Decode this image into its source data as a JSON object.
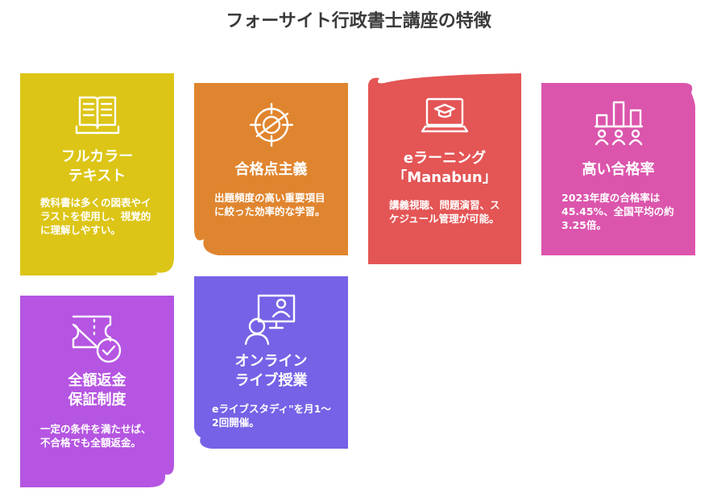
{
  "title": "フォーサイト行政書士講座の特徴",
  "cards": [
    {
      "title": "フルカラー\nテキスト",
      "desc": "教科書は多くの図表やイラストを使用し、視覚的に理解しやすい。",
      "icon": "book-icon",
      "color": "#dcc516"
    },
    {
      "title": "合格点主義",
      "desc": "出題頻度の高い重要項目に絞った効率的な学習。",
      "icon": "target-icon",
      "color": "#e0852f"
    },
    {
      "title": "eラーニング\n「Manabun」",
      "desc": "講義視聴、問題演習、スケジュール管理が可能。",
      "icon": "laptop-graduation-icon",
      "color": "#e45555"
    },
    {
      "title": "高い合格率",
      "desc": "2023年度の合格率は45.45%、全国平均の約3.25倍。",
      "icon": "chart-people-icon",
      "color": "#db55ac"
    },
    {
      "title": "全額返金\n保証制度",
      "desc": "一定の条件を満たせば、不合格でも全額返金。",
      "icon": "ticket-check-icon",
      "color": "#b555e1"
    },
    {
      "title": "オンライン\nライブ授業",
      "desc": "eライブスタディ\"を月1〜2回開催。",
      "icon": "online-teacher-icon",
      "color": "#7562e6"
    }
  ]
}
